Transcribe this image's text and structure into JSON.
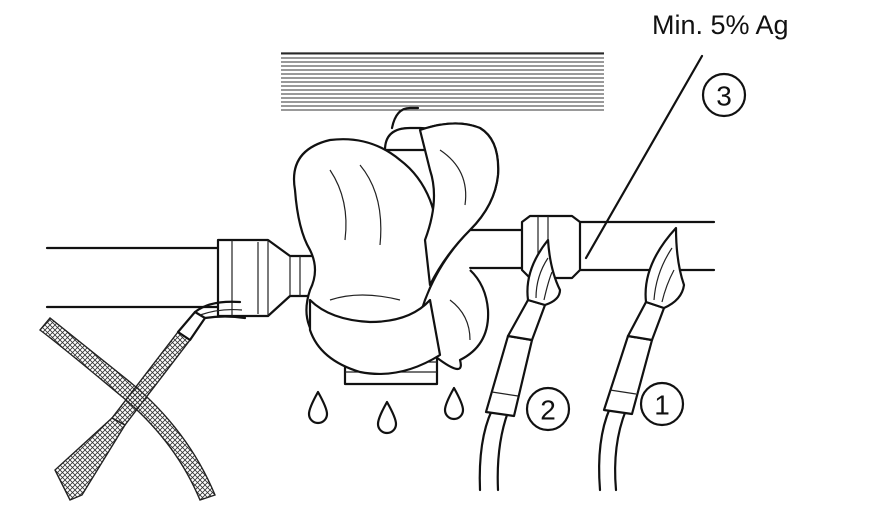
{
  "labels": {
    "silver_note": "Min. 5% Ag",
    "step_1": "1",
    "step_2": "2",
    "step_3": "3"
  }
}
